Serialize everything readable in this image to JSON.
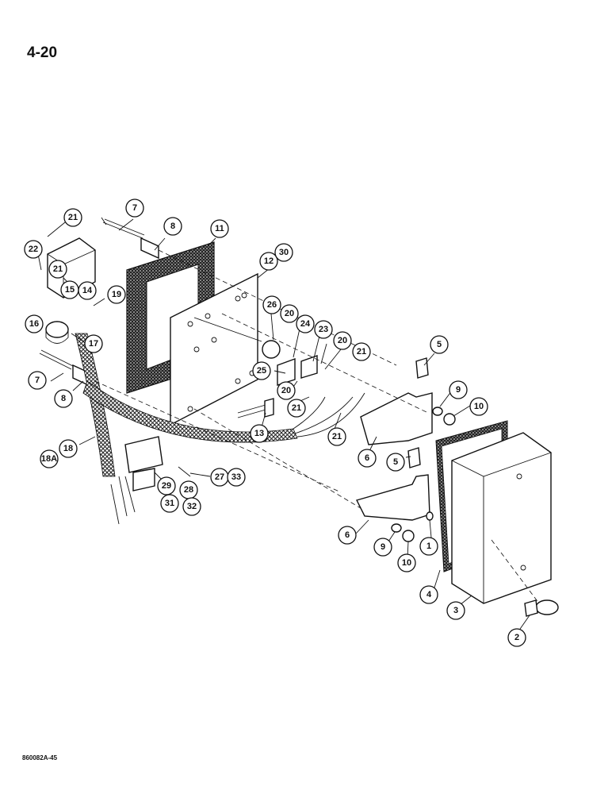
{
  "page": {
    "number": "4-20",
    "figure_code": "860082A-45"
  },
  "callouts": [
    {
      "id": "c7a",
      "label": "7"
    },
    {
      "id": "c8a",
      "label": "8"
    },
    {
      "id": "c11",
      "label": "11"
    },
    {
      "id": "c21a",
      "label": "21"
    },
    {
      "id": "c22",
      "label": "22"
    },
    {
      "id": "c21b",
      "label": "21"
    },
    {
      "id": "c15",
      "label": "15"
    },
    {
      "id": "c14",
      "label": "14"
    },
    {
      "id": "c19",
      "label": "19"
    },
    {
      "id": "c16",
      "label": "16"
    },
    {
      "id": "c17",
      "label": "17"
    },
    {
      "id": "c7b",
      "label": "7"
    },
    {
      "id": "c8b",
      "label": "8"
    },
    {
      "id": "c18",
      "label": "18"
    },
    {
      "id": "c18A",
      "label": "18A"
    },
    {
      "id": "c12",
      "label": "12"
    },
    {
      "id": "c30",
      "label": "30"
    },
    {
      "id": "c26",
      "label": "26"
    },
    {
      "id": "c20a",
      "label": "20"
    },
    {
      "id": "c24",
      "label": "24"
    },
    {
      "id": "c23",
      "label": "23"
    },
    {
      "id": "c20b",
      "label": "20"
    },
    {
      "id": "c21c",
      "label": "21"
    },
    {
      "id": "c25",
      "label": "25"
    },
    {
      "id": "c20c",
      "label": "20"
    },
    {
      "id": "c21d",
      "label": "21"
    },
    {
      "id": "c21e",
      "label": "21"
    },
    {
      "id": "c13",
      "label": "13"
    },
    {
      "id": "c29",
      "label": "29"
    },
    {
      "id": "c28",
      "label": "28"
    },
    {
      "id": "c27",
      "label": "27"
    },
    {
      "id": "c33",
      "label": "33"
    },
    {
      "id": "c31",
      "label": "31"
    },
    {
      "id": "c32",
      "label": "32"
    },
    {
      "id": "c5a",
      "label": "5"
    },
    {
      "id": "c9a",
      "label": "9"
    },
    {
      "id": "c10a",
      "label": "10"
    },
    {
      "id": "c6a",
      "label": "6"
    },
    {
      "id": "c5b",
      "label": "5"
    },
    {
      "id": "c6b",
      "label": "6"
    },
    {
      "id": "c9b",
      "label": "9"
    },
    {
      "id": "c10b",
      "label": "10"
    },
    {
      "id": "c1",
      "label": "1"
    },
    {
      "id": "c4",
      "label": "4"
    },
    {
      "id": "c3",
      "label": "3"
    },
    {
      "id": "c2",
      "label": "2"
    }
  ]
}
